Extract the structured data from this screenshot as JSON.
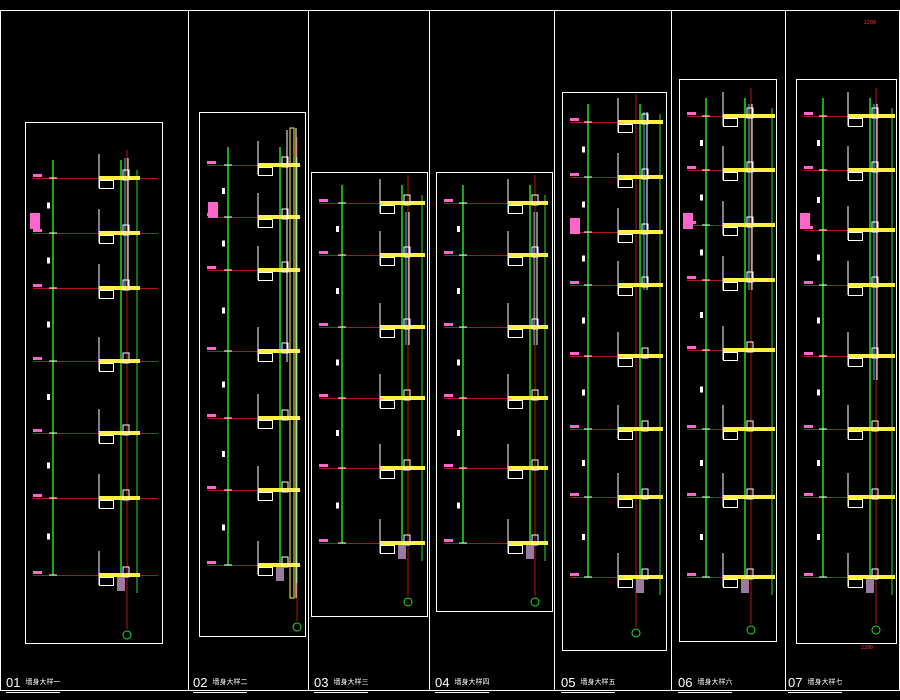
{
  "sheets": [
    {
      "number": "01",
      "title": "墙身大样一"
    },
    {
      "number": "02",
      "title": "墙身大样二"
    },
    {
      "number": "03",
      "title": "墙身大样三"
    },
    {
      "number": "04",
      "title": "墙身大样四"
    },
    {
      "number": "05",
      "title": "墙身大样五"
    },
    {
      "number": "06",
      "title": "墙身大样六"
    },
    {
      "number": "07",
      "title": "墙身大样七"
    }
  ],
  "stamps": {
    "top_right": "2200",
    "bottom_right": "2200"
  },
  "colors": {
    "background": "#000000",
    "frame": "#ffffff",
    "level_line": "#b01818",
    "wall_line": "#22dd22",
    "slab_fill": "#ffee44",
    "glass": "#44c8e8",
    "tag": "#ff66cc",
    "axis": "#22dd22"
  }
}
